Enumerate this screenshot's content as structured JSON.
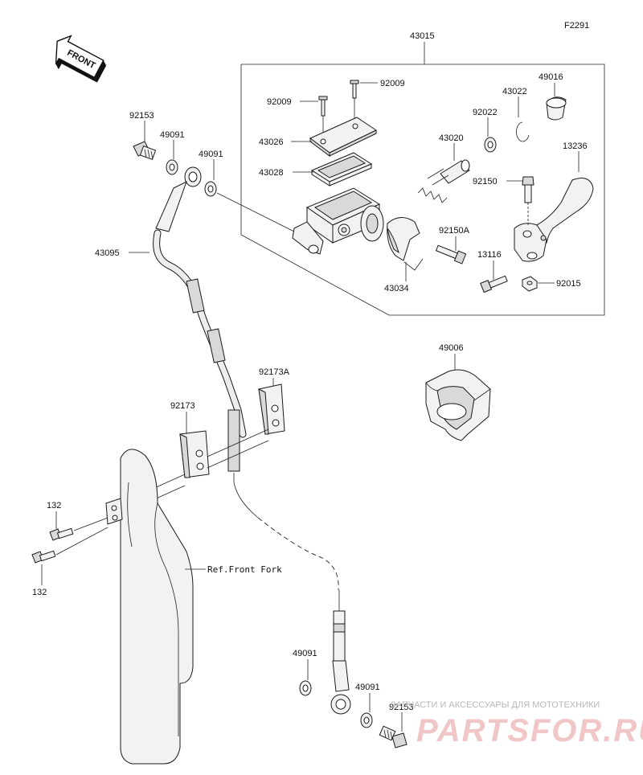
{
  "figure_code": "F2291",
  "front_label": "FRONT",
  "callouts": {
    "assembly": "43015",
    "screw_left": "92009",
    "screw_right": "92009",
    "cap": "43026",
    "diaphragm": "43028",
    "piston_kit": "43020",
    "washer": "92022",
    "circlip": "43022",
    "boot": "49016",
    "lever": "13236",
    "lever_bolt": "92150",
    "clamp": "43034",
    "clamp_bolt": "92150A",
    "pivot_bolt": "13116",
    "nut": "92015",
    "cover": "49006",
    "banjo_bolt_top": "92153",
    "washer_top_a": "49091",
    "washer_top_b": "49091",
    "hose": "43095",
    "guide_right": "92173A",
    "guide_left": "92173",
    "bolt_upper": "132",
    "bolt_lower": "132",
    "ref_fork": "Ref.Front Fork",
    "washer_bottom_a": "49091",
    "washer_bottom_b": "49091",
    "banjo_bolt_bottom": "92153"
  },
  "watermark": {
    "subtitle": "ЗАПЧАСТИ И АКСЕССУАРЫ ДЛЯ МОТОТЕХНИКИ",
    "brand": "PARTSFOR.RU"
  },
  "colors": {
    "line": "#1a1a1a",
    "watermark_brand": "#f0c6c6",
    "watermark_text": "#b7b7b7"
  }
}
